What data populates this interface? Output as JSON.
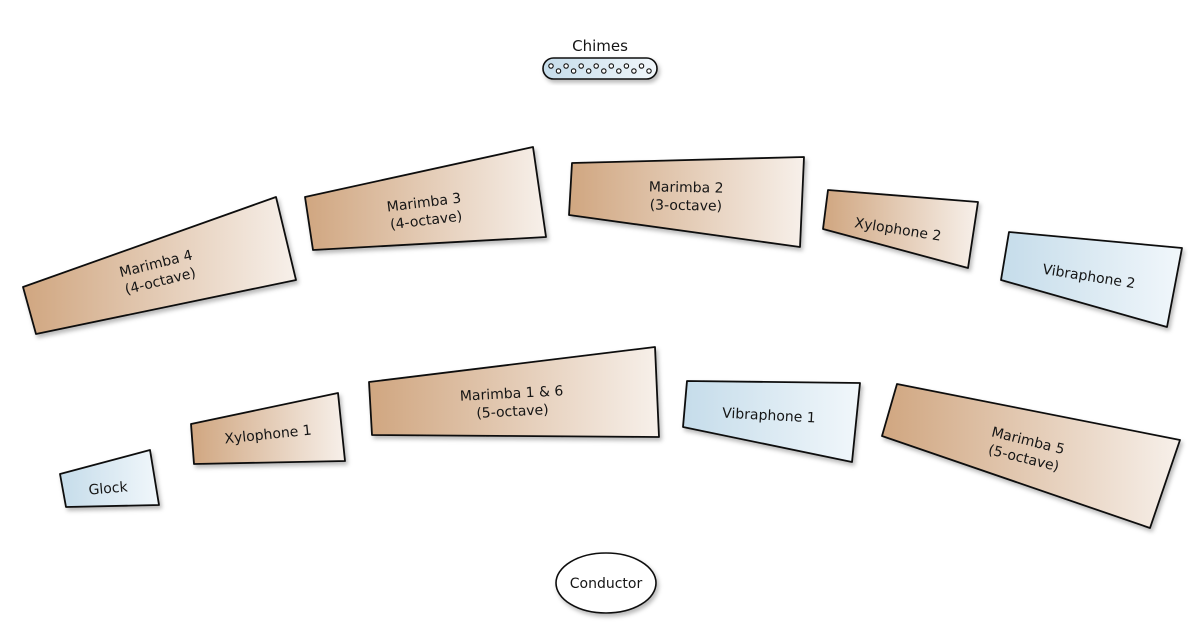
{
  "diagram": {
    "title": "Percussion ensemble stage setup",
    "colors": {
      "marimba_dark": "#d0a680",
      "marimba_light": "#f7f0ea",
      "vibe_dark": "#c5dcea",
      "vibe_light": "#f1f7fb",
      "outline": "#111111"
    },
    "chimes": {
      "label": "Chimes",
      "tube_count": 14
    },
    "conductor": {
      "label": "Conductor"
    },
    "back_row": [
      {
        "id": "marimba-4",
        "lines": [
          "Marimba 4",
          "(4-octave)"
        ],
        "type": "marimba"
      },
      {
        "id": "marimba-3",
        "lines": [
          "Marimba 3",
          "(4-octave)"
        ],
        "type": "marimba"
      },
      {
        "id": "marimba-2",
        "lines": [
          "Marimba 2",
          "(3-octave)"
        ],
        "type": "marimba"
      },
      {
        "id": "xylophone-2",
        "lines": [
          "Xylophone 2"
        ],
        "type": "marimba"
      },
      {
        "id": "vibraphone-2",
        "lines": [
          "Vibraphone 2"
        ],
        "type": "vibe"
      }
    ],
    "front_row": [
      {
        "id": "glock",
        "lines": [
          "Glock"
        ],
        "type": "vibe"
      },
      {
        "id": "xylophone-1",
        "lines": [
          "Xylophone 1"
        ],
        "type": "marimba"
      },
      {
        "id": "marimba-1-6",
        "lines": [
          "Marimba 1 & 6",
          "(5-octave)"
        ],
        "type": "marimba"
      },
      {
        "id": "vibraphone-1",
        "lines": [
          "Vibraphone 1"
        ],
        "type": "vibe"
      },
      {
        "id": "marimba-5",
        "lines": [
          "Marimba 5",
          "(5-octave)"
        ],
        "type": "marimba"
      }
    ]
  }
}
